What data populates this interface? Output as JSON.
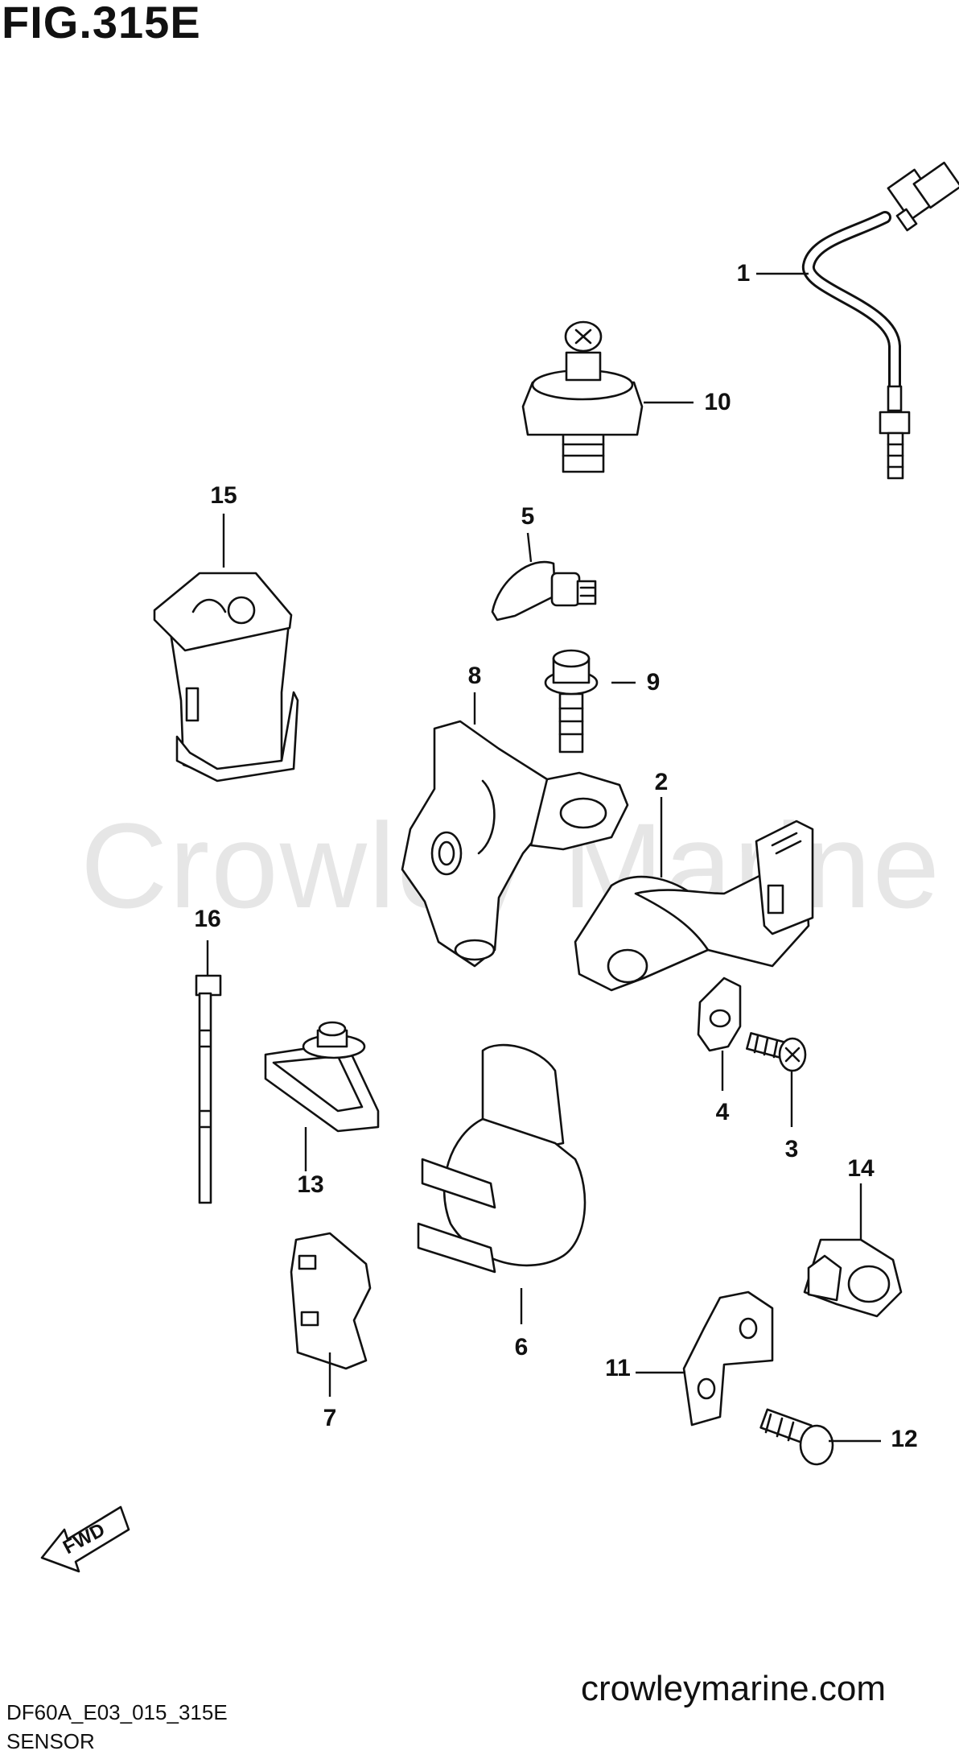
{
  "figure": {
    "title": "FIG.315E",
    "code": "DF60A_E03_015_315E",
    "name": "SENSOR"
  },
  "watermark": "Crowley Marine",
  "site": "crowleymarine.com",
  "fwd_label": "FWD",
  "callouts": {
    "c1": "1",
    "c2": "2",
    "c3": "3",
    "c4": "4",
    "c5": "5",
    "c6": "6",
    "c7": "7",
    "c8": "8",
    "c9": "9",
    "c10": "10",
    "c11": "11",
    "c12": "12",
    "c13": "13",
    "c14": "14",
    "c15": "15",
    "c16": "16"
  }
}
